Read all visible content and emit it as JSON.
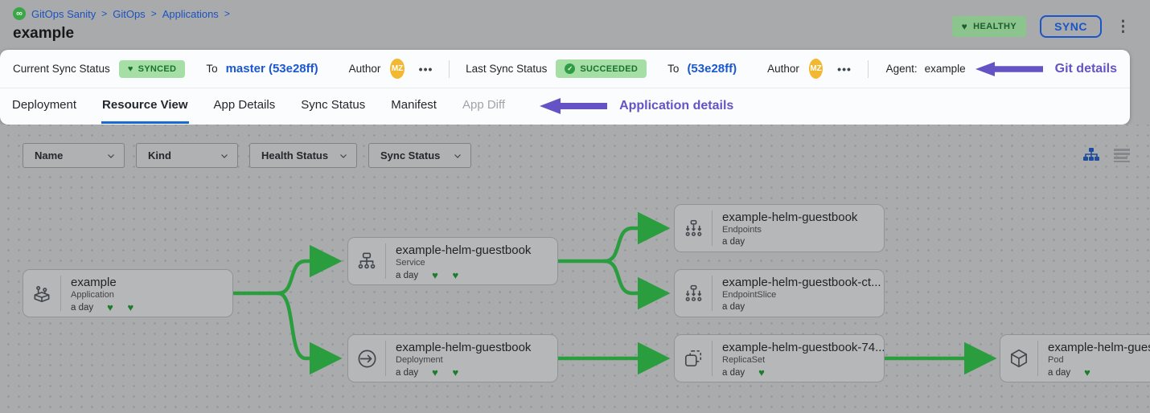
{
  "breadcrumb": {
    "items": [
      "GitOps Sanity",
      "GitOps",
      "Applications"
    ],
    "separator": ">",
    "title": "example"
  },
  "header": {
    "health_badge": "HEALTHY",
    "sync_button": "SYNC",
    "kebab_icon": "⋮",
    "logo_glyph": "∞",
    "heart_glyph": "♥"
  },
  "status_bar": {
    "current": {
      "label": "Current Sync Status",
      "badge": "SYNCED",
      "to_label": "To",
      "ref": "master (53e28ff)",
      "author_label": "Author",
      "avatar": "MZ",
      "menu": "•••"
    },
    "last": {
      "label": "Last Sync Status",
      "badge": "SUCCEEDED",
      "check_glyph": "✓",
      "to_label": "To",
      "ref": "(53e28ff)",
      "author_label": "Author",
      "avatar": "MZ",
      "menu": "•••"
    },
    "agent": {
      "label": "Agent:",
      "value": "example"
    },
    "annotation": "Git details"
  },
  "tabs": {
    "items": [
      {
        "label": "Deployment",
        "state": "normal"
      },
      {
        "label": "Resource View",
        "state": "active"
      },
      {
        "label": "App Details",
        "state": "normal"
      },
      {
        "label": "Sync Status",
        "state": "normal"
      },
      {
        "label": "Manifest",
        "state": "normal"
      },
      {
        "label": "App Diff",
        "state": "disabled"
      }
    ],
    "annotation": "Application details"
  },
  "filters": {
    "dropdowns": [
      "Name",
      "Kind",
      "Health Status",
      "Sync Status"
    ]
  },
  "graph": {
    "nodes": [
      {
        "title": "example",
        "kind": "Application",
        "age": "a day",
        "hearts": "♥ ♥"
      },
      {
        "title": "example-helm-guestbook",
        "kind": "Service",
        "age": "a day",
        "hearts": "♥ ♥"
      },
      {
        "title": "example-helm-guestbook",
        "kind": "Deployment",
        "age": "a day",
        "hearts": "♥ ♥"
      },
      {
        "title": "example-helm-guestbook",
        "kind": "Endpoints",
        "age": "a day",
        "hearts": ""
      },
      {
        "title": "example-helm-guestbook-ct...",
        "kind": "EndpointSlice",
        "age": "a day",
        "hearts": ""
      },
      {
        "title": "example-helm-guestbook-74...",
        "kind": "ReplicaSet",
        "age": "a day",
        "hearts": "♥"
      },
      {
        "title": "example-helm-guestbook",
        "kind": "Pod",
        "age": "a day",
        "hearts": "♥"
      }
    ]
  },
  "colors": {
    "accent_blue": "#1a57d0",
    "tab_underline": "#1868d6",
    "badge_green_bg": "#a5dfa6",
    "badge_green_text": "#187031",
    "healthy_bg": "#8cc48e",
    "connector_green": "#2a9d3f",
    "heart_green": "#1d7c2e",
    "annotation_purple": "#6552c4",
    "avatar_yellow": "#f2b831",
    "dimmed_background": "#a9aaab"
  }
}
